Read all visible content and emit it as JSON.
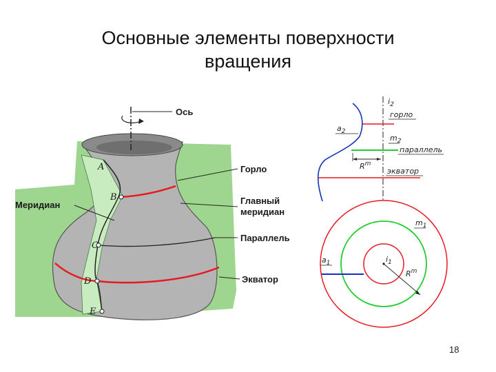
{
  "slide": {
    "title_line1": "Основные элементы поверхности",
    "title_line2": "вращения",
    "page_number": "18"
  },
  "vase_labels": {
    "axis": "Ось",
    "throat": "Горло",
    "main_meridian_line1": "Главный",
    "main_meridian_line2": "меридиан",
    "meridian": "Меридиан",
    "parallel": "Параллель",
    "equator": "Экватор"
  },
  "vase_points": [
    "A",
    "B",
    "C",
    "D",
    "E"
  ],
  "drawing_labels": {
    "throat": "горло",
    "parallel": "параллель",
    "equator": "экватор",
    "i_label": "i",
    "i_sub": "2",
    "a_label": "a",
    "a_sub": "2",
    "m_label": "m",
    "m_sub": "2",
    "r_label": "R",
    "r_sup": "m",
    "m1_label": "m",
    "m1_sub": "1",
    "a1_label": "a",
    "a1_sub": "1",
    "i1_label": "i",
    "i1_sub": "1",
    "rm_label": "R",
    "rm_sup": "m"
  },
  "colors": {
    "background_green": "#9fd68f",
    "vase_body": "#b4b4b4",
    "red_line": "#e8191f",
    "green_line": "#22cc33",
    "blue_line": "#1133bb"
  }
}
